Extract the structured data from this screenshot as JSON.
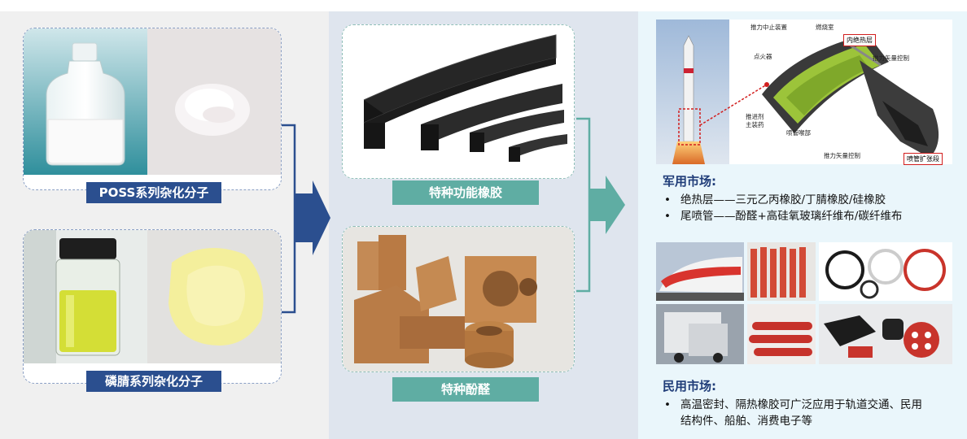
{
  "left": {
    "poss_label": "POSS系列杂化分子",
    "phos_label": "磷腈系列杂化分子"
  },
  "middle": {
    "rubber_label": "特种功能橡胶",
    "phenolic_label": "特种酚醛"
  },
  "right": {
    "diagram_labels": {
      "thrust_stop": "推力中止装置",
      "combustion": "燃烧室",
      "inner_insulation": "内绝热层",
      "igniter": "点火器",
      "vector_control_top": "推力矢量控制",
      "propellant": "推进剂",
      "main_charge": "主装药",
      "nozzle_throat": "喷管喉部",
      "vector_control_bottom": "推力矢量控制",
      "nozzle_exit": "喷管扩张段"
    },
    "military_title": "军用市场:",
    "military_items": [
      "绝热层——三元乙丙橡胶/丁腈橡胶/硅橡胶",
      "尾喷管——酚醛+高硅氧玻璃纤维布/碳纤维布"
    ],
    "civil_title": "民用市场:",
    "civil_items": [
      "高温密封、隔热橡胶可广泛应用于轨道交通、民用结构件、船舶、消费电子等"
    ]
  },
  "colors": {
    "blue_label": "#2b4f8f",
    "teal_label": "#5fada3",
    "arrow_blue": "#2b4f8f",
    "arrow_teal": "#5fada3",
    "title_blue": "#1f3c78",
    "highlight_red": "#d21e1e"
  }
}
